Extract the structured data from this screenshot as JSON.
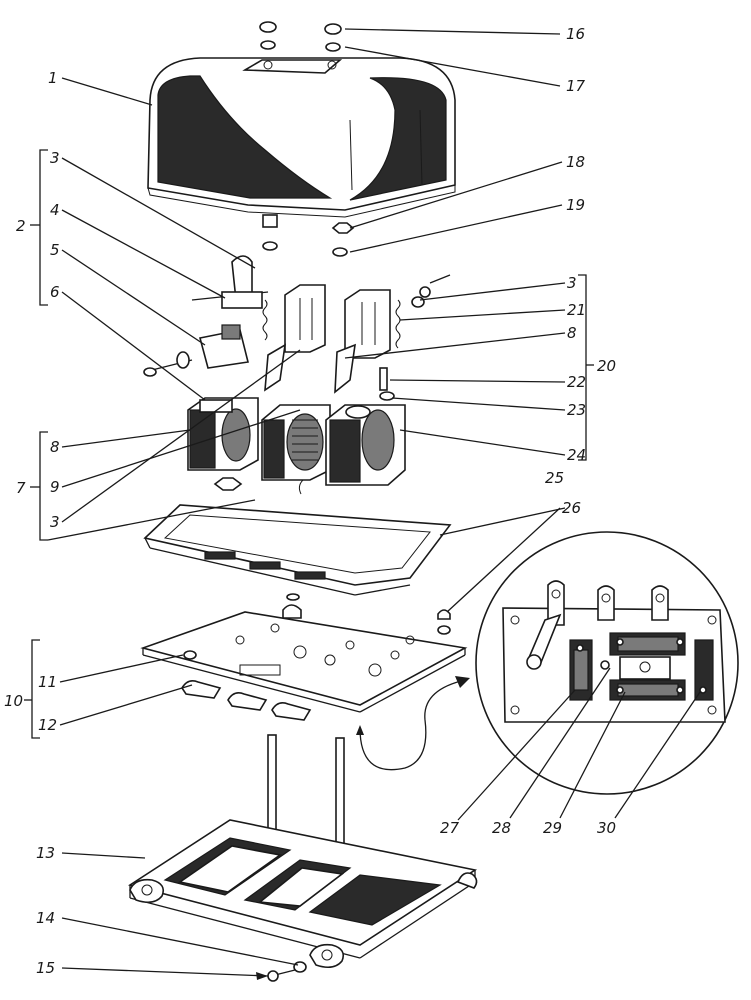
{
  "labels": {
    "l1": "1",
    "l2": "2",
    "l3a": "3",
    "l4": "4",
    "l5": "5",
    "l6": "6",
    "l7": "7",
    "l8a": "8",
    "l9": "9",
    "l3b": "3",
    "l10": "10",
    "l11": "11",
    "l12": "12",
    "l13": "13",
    "l14": "14",
    "l15": "15",
    "l16": "16",
    "l17": "17",
    "l18": "18",
    "l19": "19",
    "l3c": "3",
    "l21": "21",
    "l8b": "8",
    "l20": "20",
    "l22": "22",
    "l23": "23",
    "l24": "24",
    "l25": "25",
    "l26": "26",
    "l27": "27",
    "l28": "28",
    "l29": "29",
    "l30": "30"
  }
}
